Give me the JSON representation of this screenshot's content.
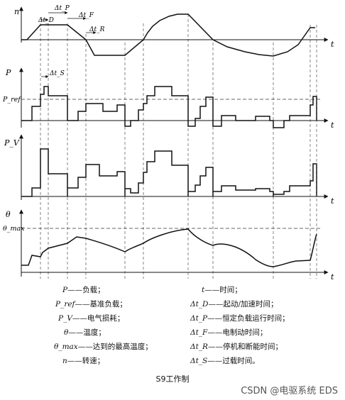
{
  "panels": {
    "speed": {
      "axis_label": "n",
      "t_label": "t"
    },
    "power": {
      "axis_label": "P",
      "ref_label": "P_ref",
      "t_label": "t"
    },
    "loss": {
      "axis_label": "P_V",
      "t_label": "t"
    },
    "temp": {
      "axis_label": "θ",
      "max_label": "θ_max",
      "t_label": "t"
    }
  },
  "annotations": {
    "dtD": "Δt_D",
    "dtP": "Δt_P",
    "dtF": "Δt_F",
    "dtR": "Δt_R",
    "dtS": "Δt_S"
  },
  "legend": {
    "left": [
      {
        "sym": "P",
        "text": "——负载；"
      },
      {
        "sym": "P_ref",
        "text": "——基准负载；"
      },
      {
        "sym": "P_V",
        "text": "——电气损耗；"
      },
      {
        "sym": "θ",
        "text": "——温度；"
      },
      {
        "sym": "θ_max",
        "text": "——达到的最高温度；"
      },
      {
        "sym": "n",
        "text": "——转速；"
      }
    ],
    "right": [
      {
        "sym": "t",
        "text": "——时间；"
      },
      {
        "sym": "Δt_D",
        "text": "——起动/加速时间；"
      },
      {
        "sym": "Δt_P",
        "text": "——恒定负载运行时间；"
      },
      {
        "sym": "Δt_F",
        "text": "——电制动时间；"
      },
      {
        "sym": "Δt_R",
        "text": "——停机和断能时间；"
      },
      {
        "sym": "Δt_S",
        "text": "——过载时间。"
      }
    ]
  },
  "caption": "S9工作制",
  "watermark": "CSDN @电驱系统 EDS"
}
